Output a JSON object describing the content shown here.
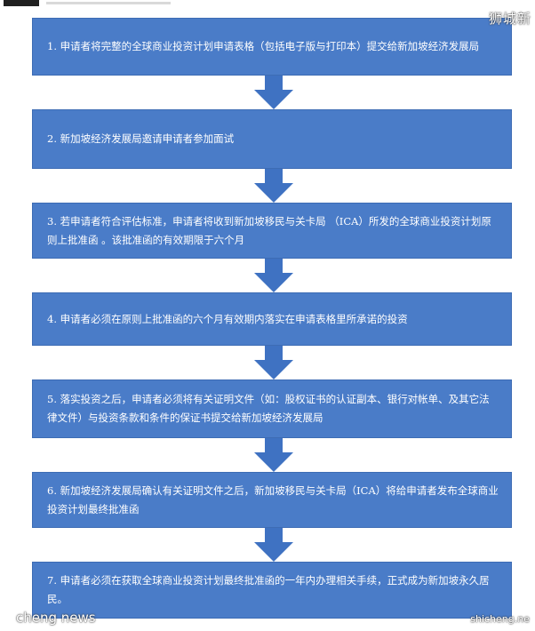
{
  "watermarks": {
    "top_right": "狮城新",
    "bottom_left": "cheng news",
    "bottom_right": "shicheng.ne"
  },
  "colors": {
    "box_fill": "#4a7cc8",
    "box_border": "#3d6cb4",
    "arrow_fill": "#3f72c2",
    "text": "#ffffff"
  },
  "steps": [
    {
      "text": "1.  申请者将完整的全球商业投资计划申请表格（包括电子版与打印本）提交给新加坡经济发展局"
    },
    {
      "text": "2.  新加坡经济发展局邀请申请者参加面试"
    },
    {
      "text": "3.  若申请者符合评估标准，申请者将收到新加坡移民与关卡局 （ICA）所发的全球商业投资计划原则上批准函 。该批准函的有效期限于六个月"
    },
    {
      "text": "4.  申请者必须在原则上批准函的六个月有效期内落实在申请表格里所承诺的投资"
    },
    {
      "text": "5. 落实投资之后，申请者必须将有关证明文件（如：股权证书的认证副本、银行对帐单、及其它法律文件）与投资条款和条件的保证书提交给新加坡经济发展局"
    },
    {
      "text": "6.  新加坡经济发展局确认有关证明文件之后，新加坡移民与关卡局（ICA）将给申请者发布全球商业投资计划最终批准函"
    },
    {
      "text": "7.  申请者必须在获取全球商业投资计划最终批准函的一年内办理相关手续，正式成为新加坡永久居民。"
    }
  ]
}
